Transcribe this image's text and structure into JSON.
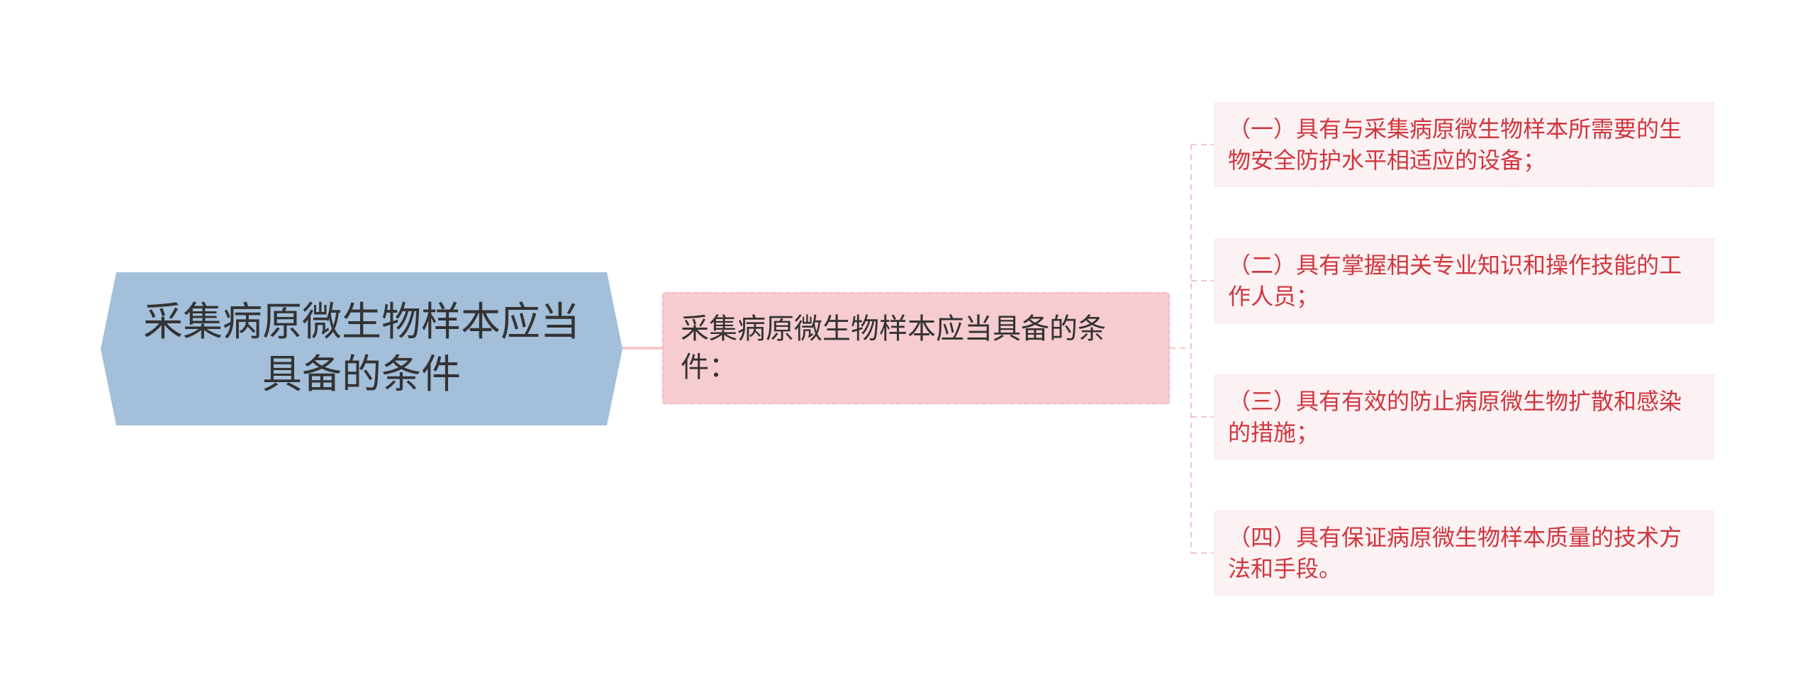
{
  "colors": {
    "root_fill": "#a3bfda",
    "root_text": "#333333",
    "mid_fill": "#f6ccd0",
    "mid_border": "#f0b9bf",
    "leaf_fill": "#fdf2f3",
    "leaf_text": "#d0363f",
    "connector": "#f4c6cb"
  },
  "root": {
    "label": "采集病原微生物样本应当具备的条件"
  },
  "branch": {
    "label": "采集病原微生物样本应当具备的条件："
  },
  "leaves": [
    {
      "label": "（一）具有与采集病原微生物样本所需要的生物安全防护水平相适应的设备；"
    },
    {
      "label": "（二）具有掌握相关专业知识和操作技能的工作人员；"
    },
    {
      "label": "（三）具有有效的防止病原微生物扩散和感染的措施；"
    },
    {
      "label": "（四）具有保证病原微生物样本质量的技术方法和手段。"
    }
  ]
}
